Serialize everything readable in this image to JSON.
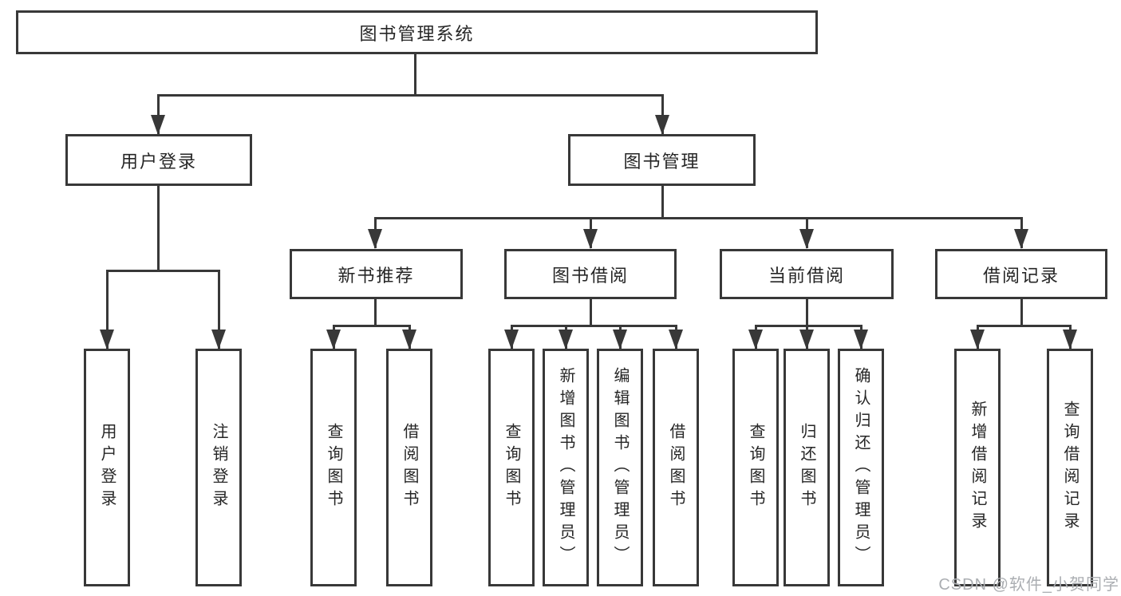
{
  "tree": {
    "root": {
      "label": "图书管理系统",
      "children": {
        "user_login": {
          "label": "用户登录",
          "children": {
            "user_login_action": {
              "label": "用户登录"
            },
            "logout": {
              "label": "注销登录"
            }
          }
        },
        "book_management": {
          "label": "图书管理",
          "children": {
            "new_book_recommendation": {
              "label": "新书推荐",
              "children": {
                "query_books": {
                  "label": "查询图书"
                },
                "borrow_books": {
                  "label": "借阅图书"
                }
              }
            },
            "book_borrowing": {
              "label": "图书借阅",
              "children": {
                "query_books": {
                  "label": "查询图书"
                },
                "add_books_admin": {
                  "label": "新增图书（管理员）"
                },
                "edit_books_admin": {
                  "label": "编辑图书（管理员）"
                },
                "borrow_books": {
                  "label": "借阅图书"
                }
              }
            },
            "current_borrowing": {
              "label": "当前借阅",
              "children": {
                "query_books": {
                  "label": "查询图书"
                },
                "return_books": {
                  "label": "归还图书"
                },
                "confirm_return_admin": {
                  "label": "确认归还（管理员）"
                }
              }
            },
            "borrowing_records": {
              "label": "借阅记录",
              "children": {
                "add_borrowing_record": {
                  "label": "新增借阅记录"
                },
                "query_borrowing_record": {
                  "label": "查询借阅记录"
                }
              }
            }
          }
        }
      }
    }
  },
  "watermark": {
    "text": "CSDN @软件_小贺同学"
  },
  "colors": {
    "line": "#383838",
    "box_border": "#383838",
    "text": "#262626",
    "watermark": "#abaeb2",
    "background": "#ffffff"
  }
}
